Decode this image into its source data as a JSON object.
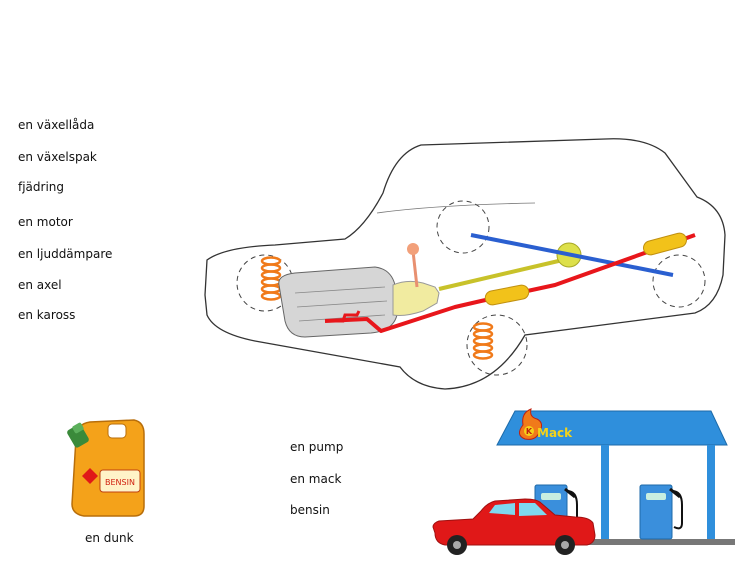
{
  "car_labels": [
    "en växellåda",
    "en växelspak",
    "fjädring",
    "en motor",
    "en ljuddämpare",
    "en axel",
    "en kaross"
  ],
  "station_labels": [
    "en pump",
    "en mack",
    "bensin"
  ],
  "can": {
    "caption": "en dunk",
    "label": "BENSIN"
  },
  "station": {
    "sign_letter": "K",
    "sign_text": "Mack"
  },
  "colors": {
    "exhaust": "#e8161b",
    "axle": "#2a5fd0",
    "shaft": "#c8c22a",
    "spring": "#f07a1a",
    "muffler": "#f2c21a",
    "roof": "#2f8fdc",
    "car_red": "#e01818"
  }
}
